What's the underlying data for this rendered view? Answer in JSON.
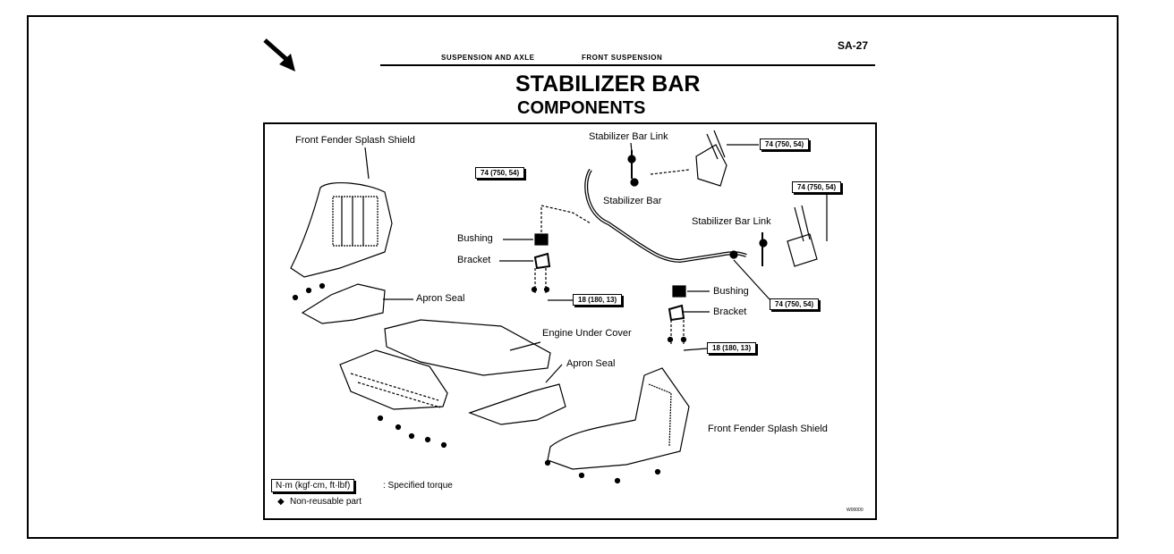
{
  "page": {
    "section_left": "SUSPENSION AND AXLE",
    "section_right": "FRONT SUSPENSION",
    "page_number": "SA-27",
    "title": "STABILIZER BAR",
    "subtitle": "COMPONENTS"
  },
  "labels": {
    "front_fender_splash_shield_top": "Front Fender Splash Shield",
    "stabilizer_bar_link_top": "Stabilizer Bar Link",
    "stabilizer_bar": "Stabilizer Bar",
    "stabilizer_bar_link_right": "Stabilizer Bar Link",
    "bushing_left": "Bushing",
    "bracket_left": "Bracket",
    "apron_seal_upper": "Apron Seal",
    "bushing_right": "Bushing",
    "bracket_right": "Bracket",
    "engine_under_cover": "Engine Under Cover",
    "apron_seal_lower": "Apron Seal",
    "front_fender_splash_shield_bottom": "Front Fender Splash Shield"
  },
  "torque": {
    "link_top_right": "74 (750, 54)",
    "link_top_left": "74 (750, 54)",
    "link_right_upper": "74 (750, 54)",
    "link_right_lower": "74 (750, 54)",
    "bracket_left": "18 (180, 13)",
    "bracket_right": "18 (180, 13)"
  },
  "legend": {
    "unit_box": "N·m (kgf·cm, ft·lbf)",
    "unit_desc": ": Specified torque",
    "symbol": "◆",
    "nonreusable": "Non-reusable part"
  },
  "figure_code": "W00000"
}
